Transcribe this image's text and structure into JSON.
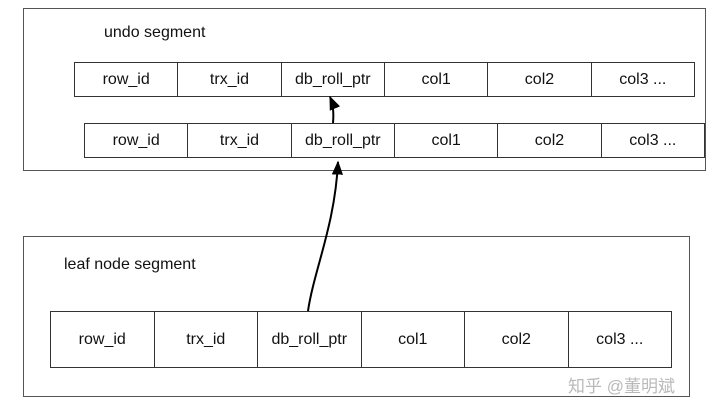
{
  "undo_segment": {
    "label": "undo segment",
    "rows": [
      [
        "row_id",
        "trx_id",
        "db_roll_ptr",
        "col1",
        "col2",
        "col3 ..."
      ],
      [
        "row_id",
        "trx_id",
        "db_roll_ptr",
        "col1",
        "col2",
        "col3 ..."
      ]
    ]
  },
  "leaf_segment": {
    "label": "leaf node segment",
    "row": [
      "row_id",
      "trx_id",
      "db_roll_ptr",
      "col1",
      "col2",
      "col3 ..."
    ]
  },
  "watermark": "知乎 @董明斌",
  "colors": {
    "border": "#333333",
    "frame": "#555555",
    "arrow": "#000000",
    "watermark": "#b9b9b9"
  }
}
